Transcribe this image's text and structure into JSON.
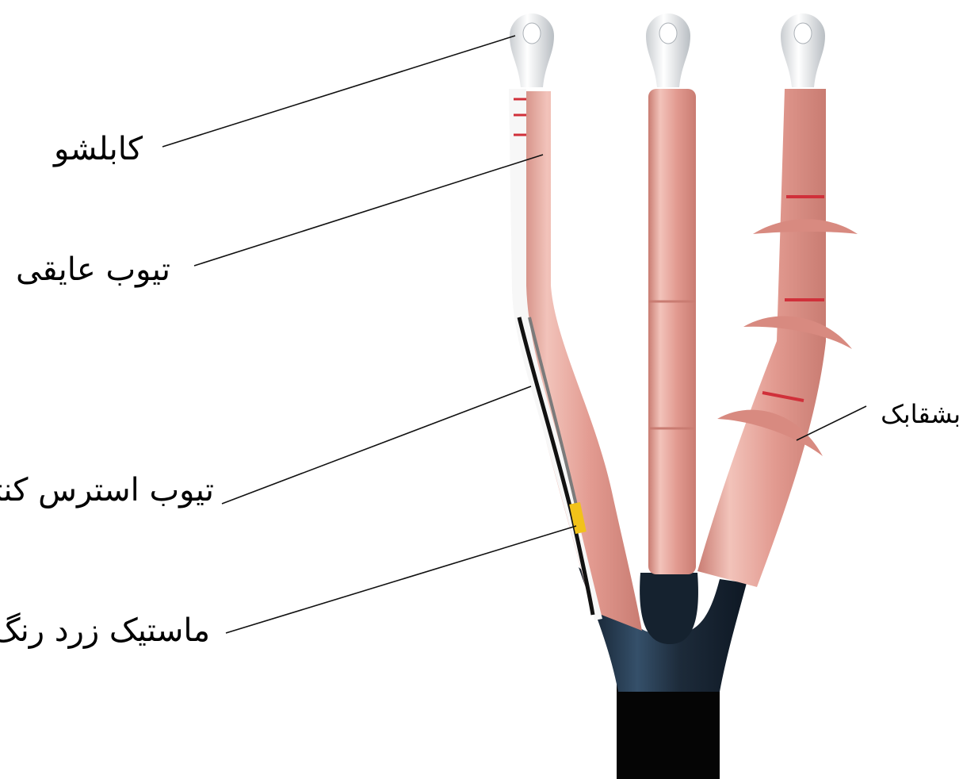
{
  "labels": {
    "cable_lug": "کابلشو",
    "insulating_tube": "تیوب عایقی",
    "stress_control_tube": "تیوب استرس کنترل",
    "yellow_mastic": "ماستیک زرد رنگ",
    "sheds": "بشقابک"
  },
  "colors": {
    "tube": "#e29a90",
    "tube_highlight": "#f2c3ba",
    "tube_shadow": "#c97c72",
    "red_band": "#d0303a",
    "breakout": "#1d2b3a",
    "cable": "#050505",
    "lug": "#e8ebed",
    "mastic": "#f2c21a",
    "leader": "#111111"
  },
  "icons": [
    "cable-lug-icon",
    "cable-breakout-icon"
  ]
}
